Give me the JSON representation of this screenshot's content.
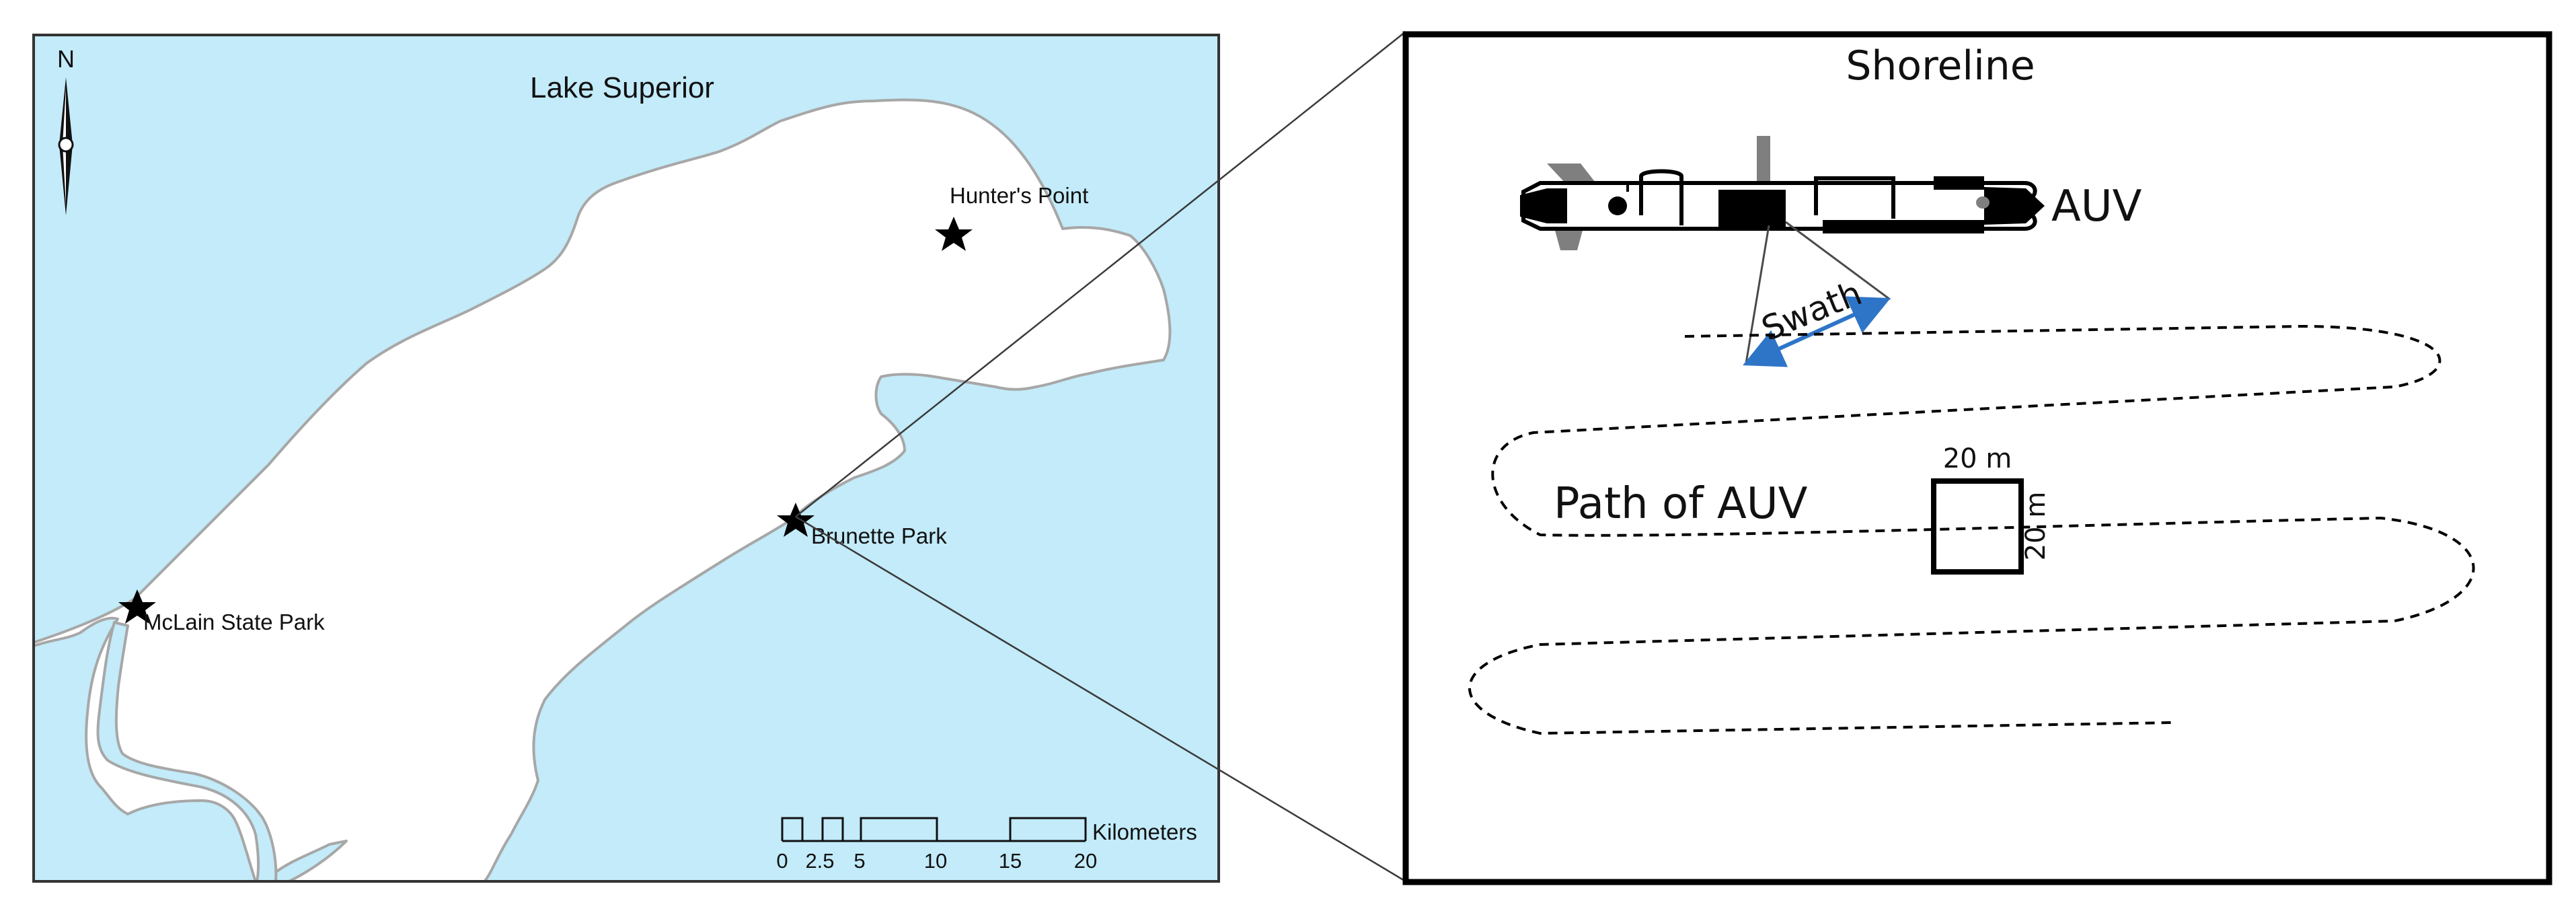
{
  "map": {
    "title": "Lake Superior",
    "north_label": "N",
    "colors": {
      "water": "#c3ebf9",
      "land": "#ffffff",
      "shore": "#a7a7a7",
      "border": "#333333"
    },
    "places": [
      {
        "name": "Hunter's Point"
      },
      {
        "name": "Brunette Park"
      },
      {
        "name": "McLain State Park"
      }
    ],
    "scale_bar": {
      "unit": "Kilometers",
      "ticks": [
        "0",
        "2.5",
        "5",
        "10",
        "15",
        "20"
      ]
    }
  },
  "inset": {
    "title": "Shoreline",
    "vehicle_label": "AUV",
    "swath_label": "Swath",
    "path_label": "Path of AUV",
    "quadrat_width_label": "20 m",
    "quadrat_height_label": "20 m",
    "colors": {
      "swath_arrow": "#2e75c8",
      "vehicle": "#000000",
      "fin": "#7f7f7f"
    }
  }
}
